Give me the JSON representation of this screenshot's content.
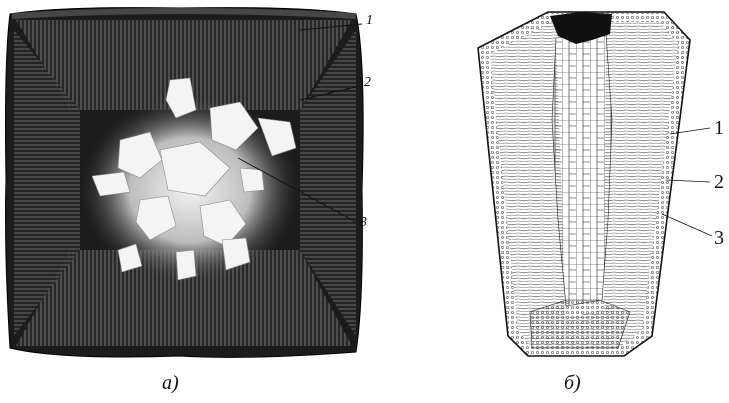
{
  "figure": {
    "panel_a": {
      "caption": "а)",
      "labels": [
        "1",
        "2",
        "3"
      ]
    },
    "panel_b": {
      "caption": "б)",
      "labels": [
        "1",
        "2",
        "3"
      ]
    }
  },
  "colors": {
    "ink": "#111111",
    "dark_crystal": "#1a1a1a",
    "light_zone": "#e6e6e6",
    "paper": "#ffffff"
  }
}
